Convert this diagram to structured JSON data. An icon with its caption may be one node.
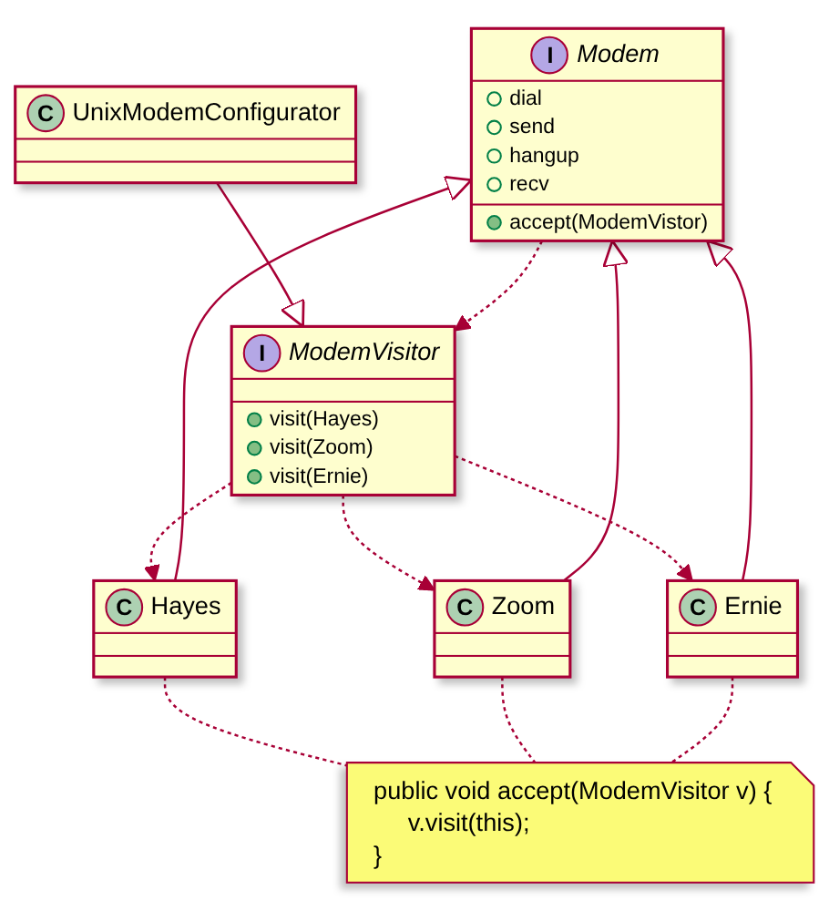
{
  "diagram": {
    "nodes": [
      {
        "text": [
          "I",
          "ModemVisitor",
          "visit(Hayes)",
          "visit(Zoom)",
          "visit(Ernie)"
        ]
      },
      {
        "text": [
          "C",
          "UnixModemConfigurator"
        ]
      },
      {
        "text": [
          "I",
          "Modem",
          "dial",
          "send",
          "hangup",
          "recv",
          "accept(ModemVistor)"
        ]
      },
      {
        "text": [
          "C",
          "Hayes"
        ]
      },
      {
        "text": [
          "C",
          "Zoom"
        ]
      },
      {
        "text": [
          "C",
          "Ernie"
        ]
      },
      {
        "text": [
          "public void accept(ModemVisitor v) {",
          "v.visit(this);",
          "}"
        ]
      }
    ],
    "edges": [
      {
        "from": 1,
        "to": 0,
        "arrow": "to"
      },
      {
        "from": 2,
        "to": 0,
        "arrow": "to",
        "style": "dashed"
      },
      {
        "from": 0,
        "to": 3,
        "arrow": "to",
        "style": "dashed"
      },
      {
        "from": 0,
        "to": 4,
        "arrow": "to",
        "style": "dashed"
      },
      {
        "from": 0,
        "to": 5,
        "arrow": "to",
        "style": "dashed"
      },
      {
        "from": 3,
        "to": 2,
        "arrow": "to"
      },
      {
        "from": 4,
        "to": 2,
        "arrow": "to"
      },
      {
        "from": 5,
        "to": 2,
        "arrow": "to"
      },
      {
        "from": 3,
        "to": 6,
        "arrow": "none",
        "style": "dashed"
      },
      {
        "from": 4,
        "to": 6,
        "arrow": "none",
        "style": "dashed"
      },
      {
        "from": 5,
        "to": 6,
        "arrow": "none",
        "style": "dashed"
      }
    ]
  }
}
